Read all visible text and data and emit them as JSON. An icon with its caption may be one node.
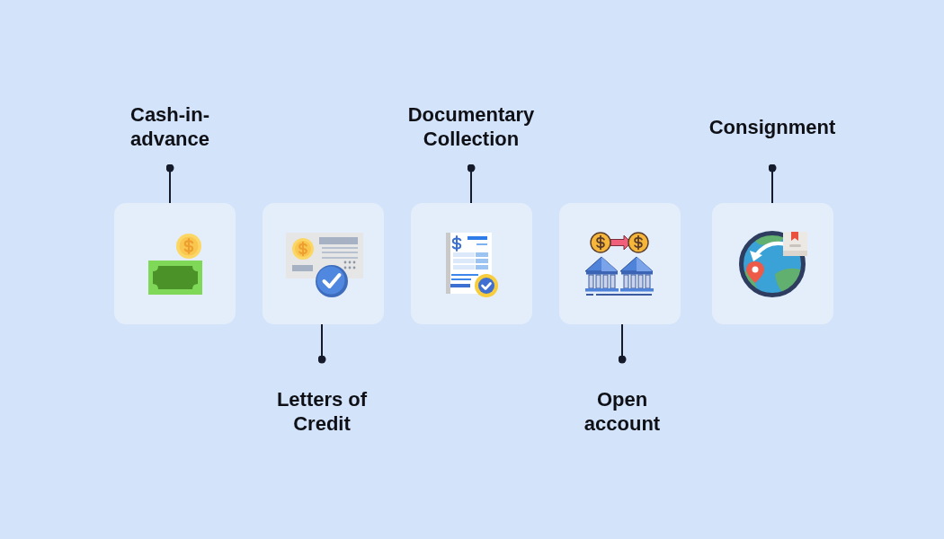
{
  "diagram": {
    "nodes": [
      {
        "text": [
          "Cash-in-advance"
        ]
      },
      {
        "text": [],
        "shape": "picture"
      },
      {
        "text": [],
        "shape": "picture"
      },
      {
        "text": [
          "Letters of Credit"
        ]
      },
      {
        "text": [
          "Documentary Collection"
        ]
      },
      {
        "text": [],
        "shape": "picture"
      },
      {
        "text": [],
        "shape": "picture"
      },
      {
        "text": [
          "Open account"
        ]
      },
      {
        "text": [
          "Consignment"
        ]
      },
      {
        "text": [],
        "shape": "picture"
      }
    ],
    "edges": [
      {
        "from": 0,
        "to": 1,
        "arrow": "other"
      },
      {
        "from": 3,
        "to": 2,
        "arrow": "other"
      },
      {
        "from": 4,
        "to": 5,
        "arrow": "other"
      },
      {
        "from": 7,
        "to": 6,
        "arrow": "other"
      },
      {
        "from": 8,
        "to": 9,
        "arrow": "other"
      }
    ]
  }
}
